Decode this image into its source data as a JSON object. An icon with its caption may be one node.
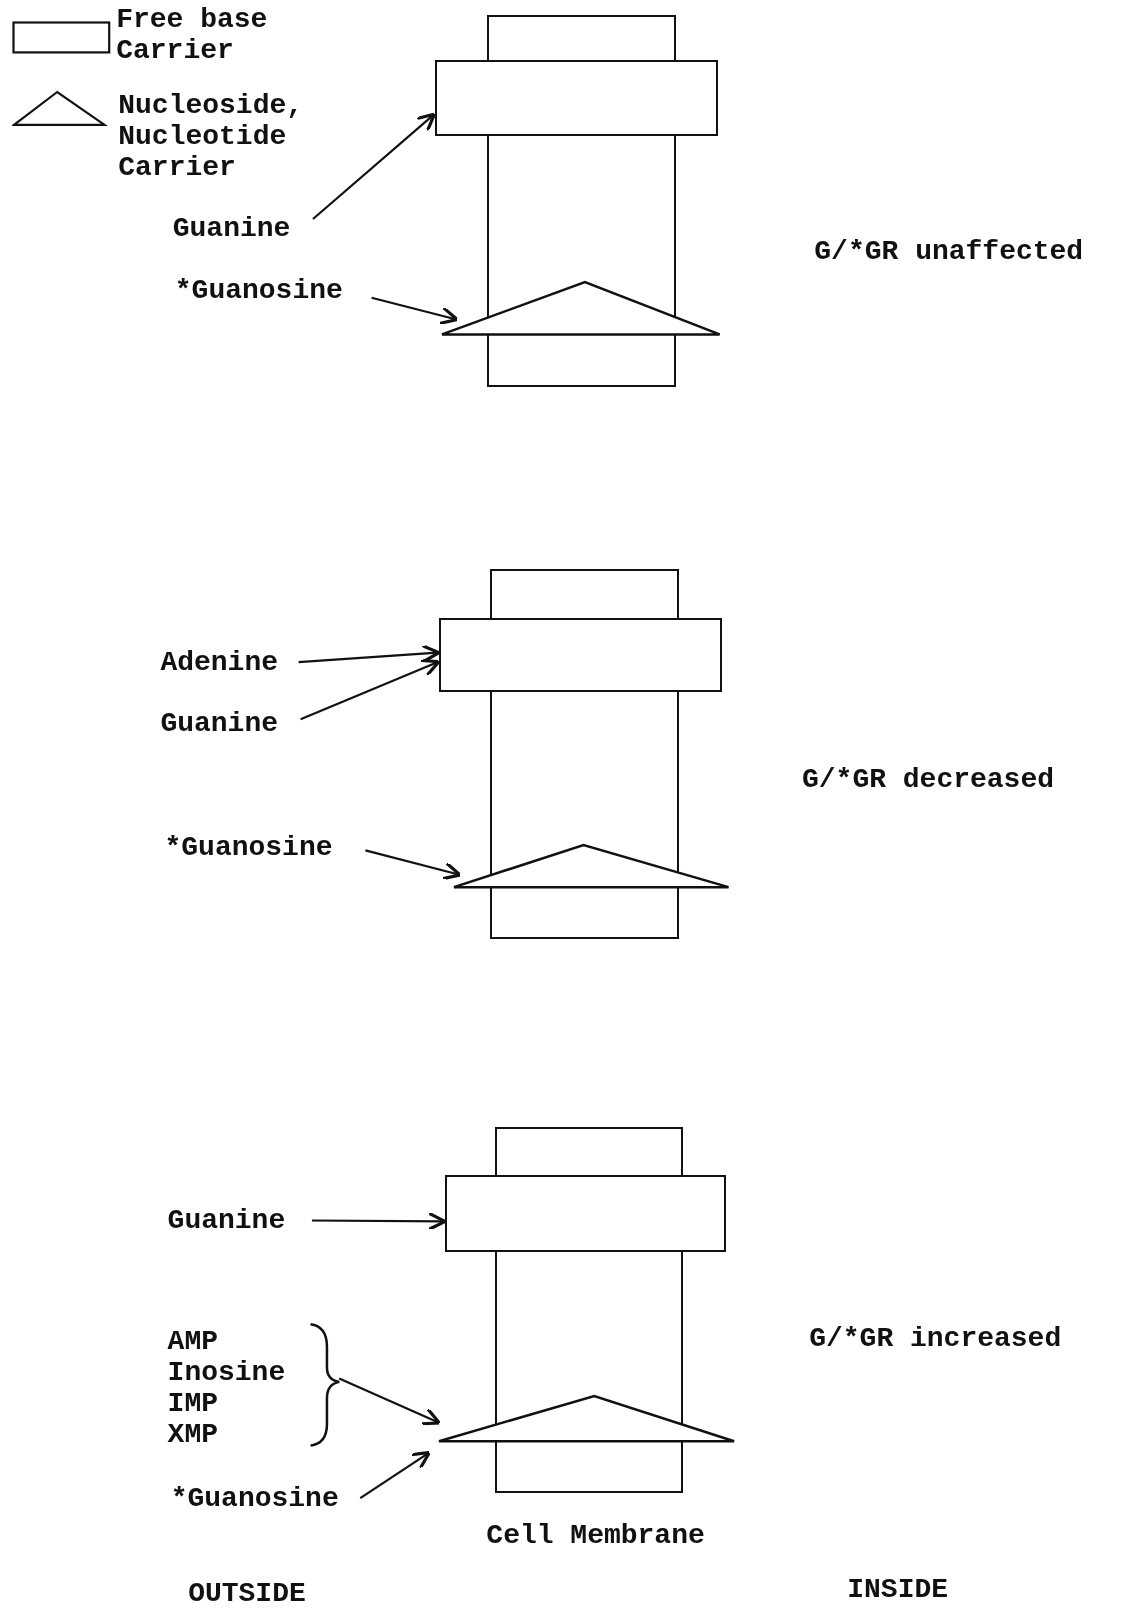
{
  "diagram": {
    "nodes": [
      {
        "text": [],
        "shape": "bar"
      },
      {
        "text": [],
        "shape": "box"
      },
      {
        "text": [],
        "shape": "triangle"
      },
      {
        "text": [
          "Guanine"
        ]
      },
      {
        "text": [
          "*Guanosine"
        ]
      },
      {
        "text": [],
        "shape": "bar"
      },
      {
        "text": [],
        "shape": "box"
      },
      {
        "text": [],
        "shape": "triangle"
      },
      {
        "text": [
          "Adenine"
        ]
      },
      {
        "text": [
          "Guanine"
        ]
      },
      {
        "text": [
          "*Guanosine"
        ]
      },
      {
        "text": [],
        "shape": "bar"
      },
      {
        "text": [],
        "shape": "box"
      },
      {
        "text": [],
        "shape": "triangle"
      },
      {
        "text": [
          "Guanine"
        ]
      },
      {
        "text": [
          "AMP Inosine IMP XMP"
        ]
      },
      {
        "text": [
          "*Guanosine"
        ]
      }
    ],
    "edges": [
      {
        "from": 3,
        "to": 1,
        "arrow": "to"
      },
      {
        "from": 4,
        "to": 2,
        "arrow": "to"
      },
      {
        "from": 8,
        "to": 6,
        "arrow": "to"
      },
      {
        "from": 9,
        "to": 6,
        "arrow": "to"
      },
      {
        "from": 10,
        "to": 7,
        "arrow": "to"
      },
      {
        "from": 14,
        "to": 12,
        "arrow": "to"
      },
      {
        "from": 15,
        "to": 13,
        "arrow": "to"
      },
      {
        "from": 16,
        "to": 13,
        "arrow": "to"
      }
    ],
    "labels": [
      "G/*GR unaffected",
      "G/*GR decreased",
      "G/*GR increased",
      "Cell Membrane",
      "OUTSIDE",
      "INSIDE"
    ],
    "legend": [
      {
        "text": "Free base Carrier"
      },
      {
        "text": "Nucleoside, Nucleotide Carrier"
      }
    ]
  }
}
